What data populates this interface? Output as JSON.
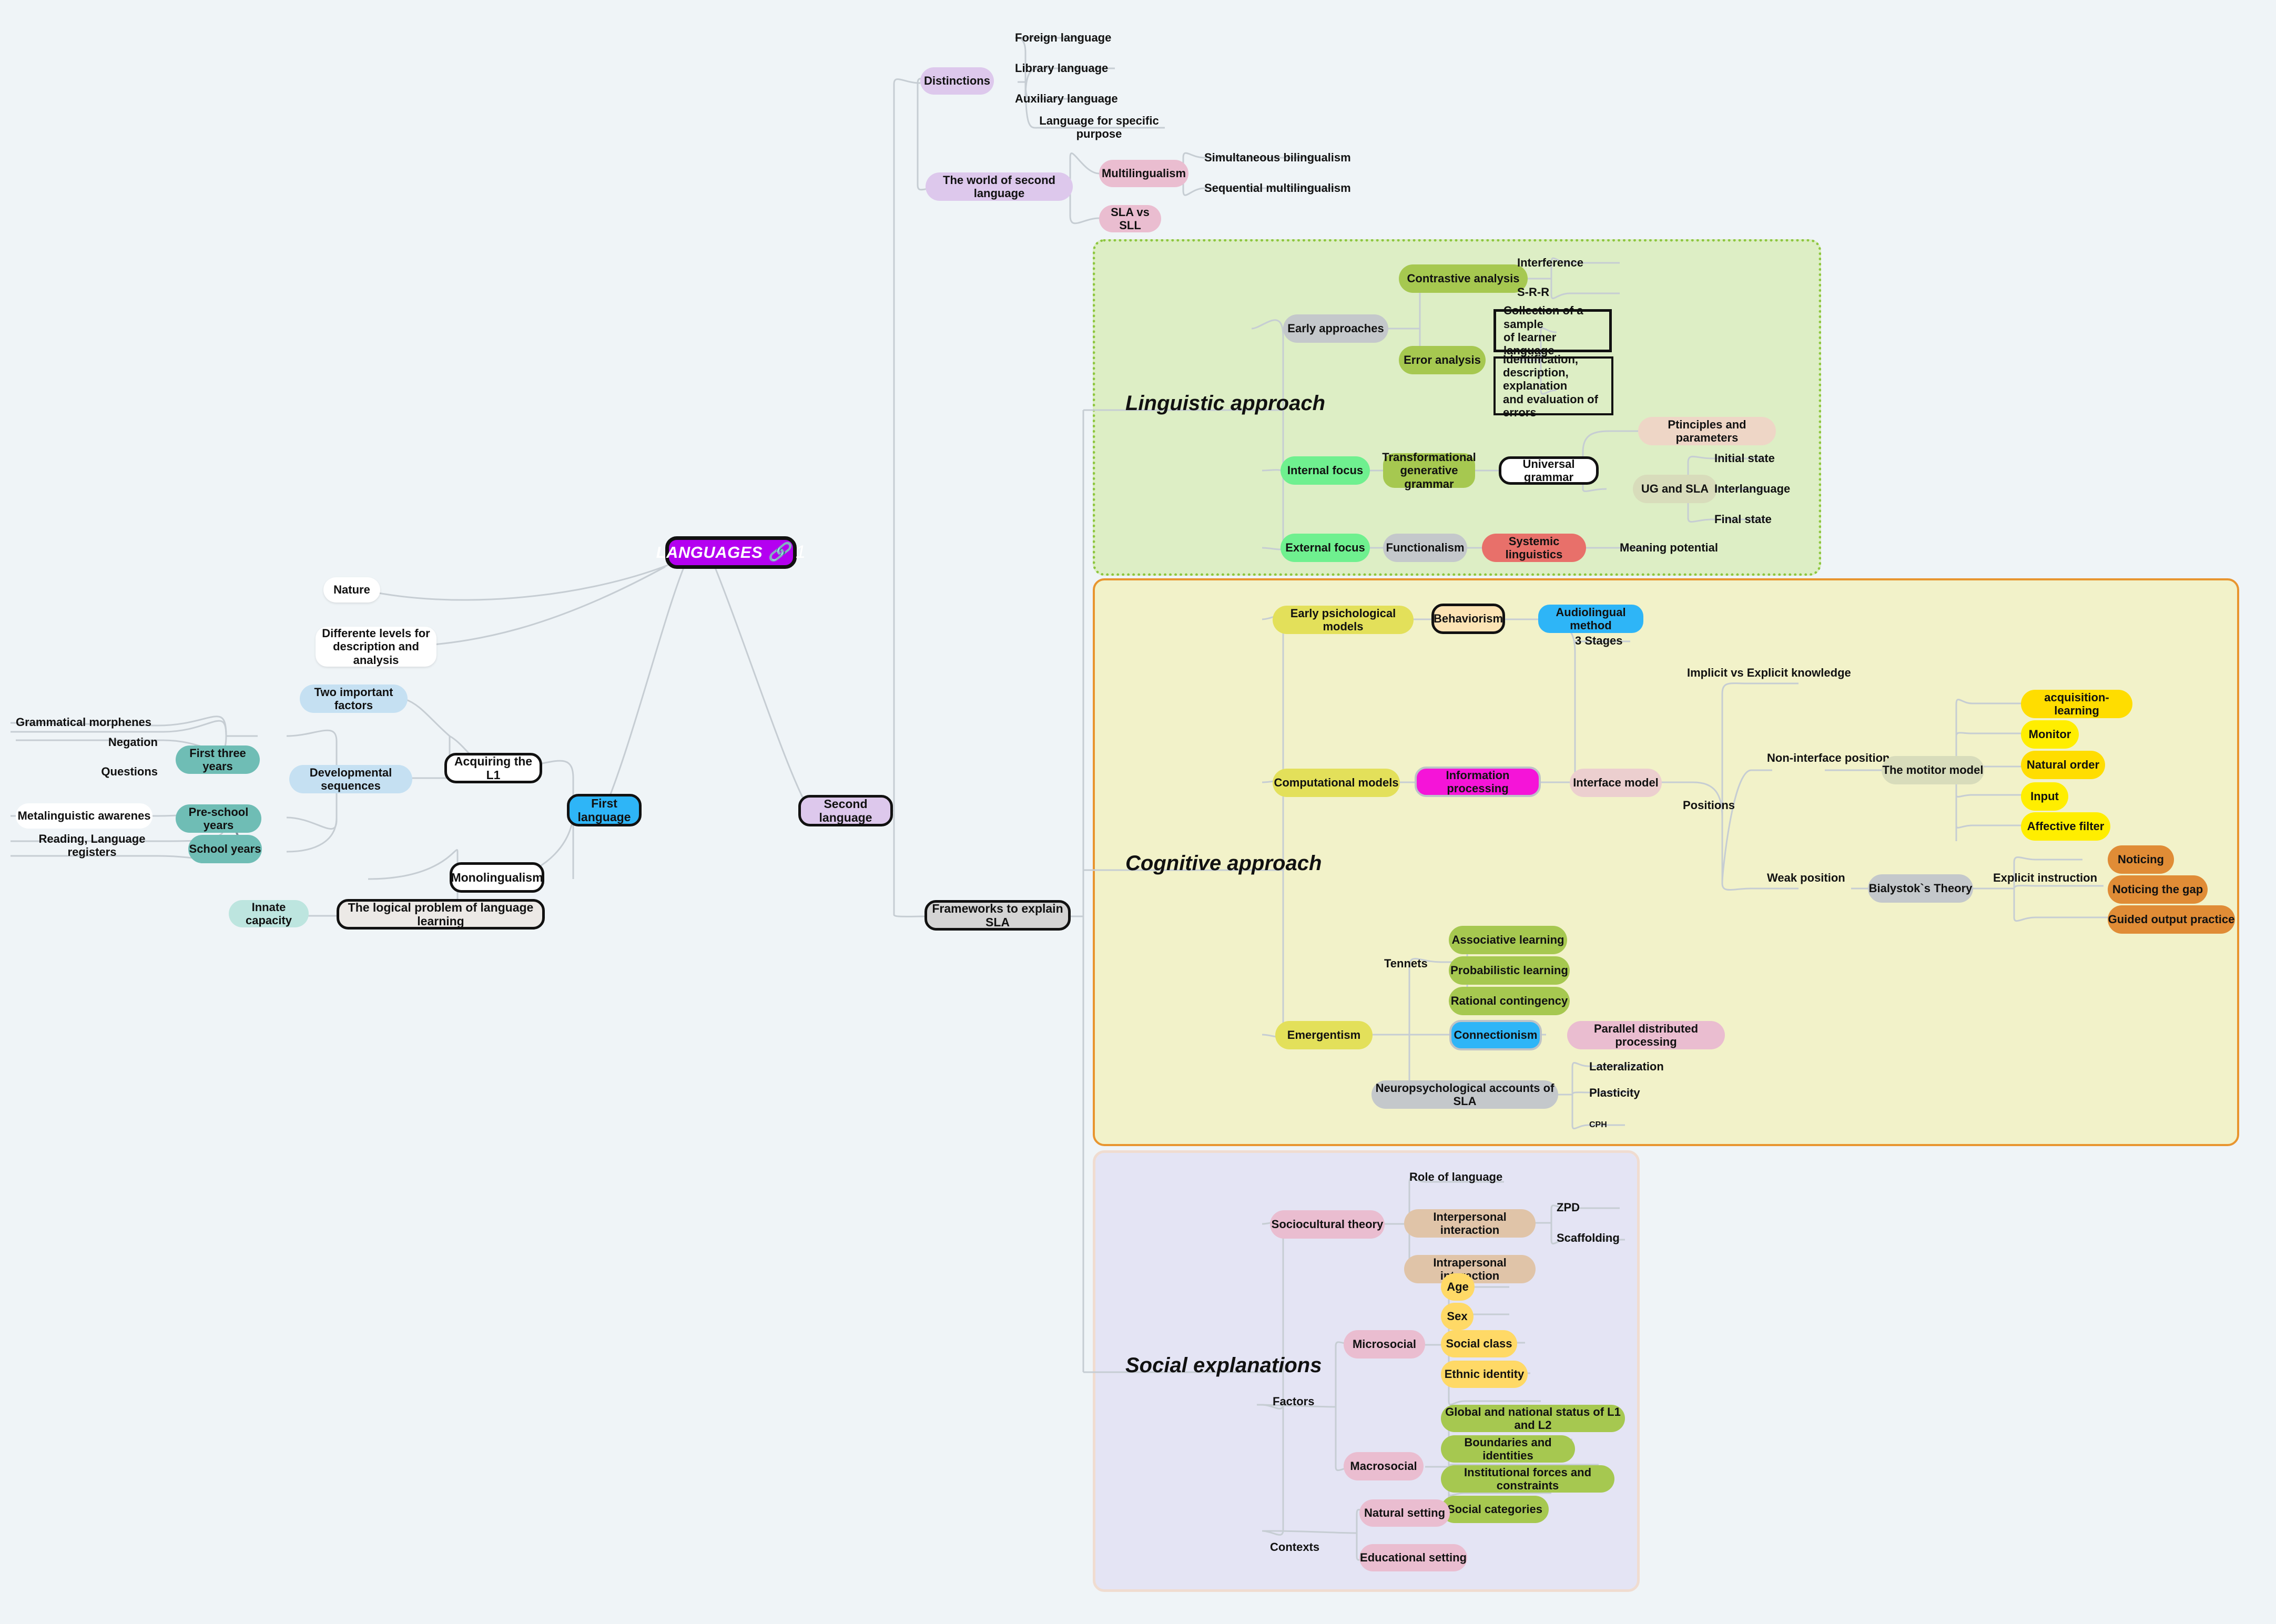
{
  "root": {
    "label": "LANGUAGES",
    "attachment_badge": "1",
    "bg": "#b400f0",
    "border": "#111111",
    "text_color": "#ffffff"
  },
  "branches": {
    "first_language": {
      "label": "First language",
      "bg": "#2eb5f7"
    },
    "second_language": {
      "label": "Second language",
      "bg": "#ddc8ec"
    },
    "frameworks": {
      "label": "Frameworks to explain SLA",
      "bg": "#d4d4d4"
    }
  },
  "first_language_side": {
    "nature": "Nature",
    "levels": "Differente levels for\ndescription and analysis",
    "acquiring_l1": "Acquiring the L1",
    "monolingualism": "Monolingualism",
    "logical_problem": "The logical problem of language learning",
    "innate_capacity": "Innate capacity",
    "two_important_factors": "Two important factors",
    "developmental_sequences": "Developmental sequences",
    "stages": [
      {
        "label": "First three years",
        "bg": "#6fbdb5"
      },
      {
        "label": "Pre-school years",
        "bg": "#6fbdb5"
      },
      {
        "label": "School years",
        "bg": "#6fbdb5"
      }
    ],
    "stage_details": [
      "Grammatical morphenes",
      "Negation",
      "Questions",
      "Metalinguistic awarenes",
      "Reading, Language registers"
    ]
  },
  "second_language_side": {
    "distinctions": {
      "label": "Distinctions",
      "bg": "#ddc8ec"
    },
    "distinction_items": [
      "Foreign language",
      "Library language",
      "Auxiliary language",
      "Language for specific purpose"
    ],
    "world_of_second_language": {
      "label": "The world of second language",
      "bg": "#ddc8ec"
    },
    "multilingualism": {
      "label": "Multilingualism",
      "bg": "#eabdd0"
    },
    "multilingualism_items": [
      "Simultaneous bilingualism",
      "Sequential multilingualism"
    ],
    "sla_vs_sll": {
      "label": "SLA vs SLL",
      "bg": "#eabdd0"
    }
  },
  "panels": {
    "linguistic": {
      "title": "Linguistic approach",
      "bg": "#ddeec5",
      "border": "#8dc63f",
      "border_style": "dotted",
      "nodes": {
        "early_approaches": {
          "label": "Early approaches",
          "bg": "#c4c8cb"
        },
        "contrastive_analysis": {
          "label": "Contrastive analysis",
          "bg": "#a6c850"
        },
        "contrastive_children": [
          "Interference",
          "S-R-R"
        ],
        "error_analysis": {
          "label": "Error analysis",
          "bg": "#a6c850"
        },
        "error_children": [
          "Collection of a sample\nof learner language",
          "Identification,\ndescription, explanation\nand evaluation of errors"
        ],
        "internal_focus": {
          "label": "Internal focus",
          "bg": "#6ff08f"
        },
        "tgg": {
          "label": "Transformational\ngenerative grammar",
          "bg": "#a6c850"
        },
        "universal_grammar": {
          "label": "Universal grammar",
          "bg": "#ffffff"
        },
        "principles_parameters": {
          "label": "Ptinciples and parameters",
          "bg": "#eed6c6"
        },
        "ug_and_sla": {
          "label": "UG and SLA",
          "bg": "#d8dcbb"
        },
        "ug_children": [
          "Initial state",
          "Interlanguage",
          "Final state"
        ],
        "external_focus": {
          "label": "External focus",
          "bg": "#6ff08f"
        },
        "functionalism": {
          "label": "Functionalism",
          "bg": "#c4c8cb"
        },
        "systemic_linguistics": {
          "label": "Systemic linguistics",
          "bg": "#e8706a"
        },
        "meaning_potential": "Meaning potential"
      }
    },
    "cognitive": {
      "title": "Cognitive approach",
      "bg": "#f2f2c9",
      "border": "#e8952f",
      "border_style": "solid",
      "nodes": {
        "early_psychological_models": {
          "label": "Early psichological models",
          "bg": "#e3e05a"
        },
        "behaviorism": {
          "label": "Behaviorism",
          "bg": "#fce3b4"
        },
        "audiolingual_method": {
          "label": "Audiolingual method",
          "bg": "#2eb5f7"
        },
        "three_stages": "3 Stages",
        "computational_models": {
          "label": "Computational models",
          "bg": "#e3e05a"
        },
        "information_processing": {
          "label": "Information processing",
          "bg": "#f514d8"
        },
        "interface_model": {
          "label": "Interface model",
          "bg": "#eccfcf"
        },
        "implicit_explicit": "Implicit vs Explicit knowledge",
        "positions": "Positions",
        "non_interface_position": "Non-interface position",
        "monitor_model": {
          "label": "The motitor model",
          "bg": "#d8dcbb"
        },
        "monitor_children": [
          {
            "label": "acquisition- learning",
            "bg": "#ffdd00"
          },
          {
            "label": "Monitor",
            "bg": "#ffee00"
          },
          {
            "label": "Natural order",
            "bg": "#ffdd00"
          },
          {
            "label": "Input",
            "bg": "#ffee00"
          },
          {
            "label": "Affective filter",
            "bg": "#ffee00"
          }
        ],
        "weak_position": "Weak position",
        "bialystok": {
          "label": "Bialystok`s Theory",
          "bg": "#c4c8cb"
        },
        "explicit_instruction": "Explicit instruction",
        "explicit_children": [
          {
            "label": "Noticing",
            "bg": "#e08c36"
          },
          {
            "label": "Noticing the gap",
            "bg": "#e08c36"
          },
          {
            "label": "Guided output practice",
            "bg": "#e08c36"
          }
        ],
        "emergentism": {
          "label": "Emergentism",
          "bg": "#e3e05a"
        },
        "tennets": "Tennets",
        "tennets_children": [
          {
            "label": "Associative learning",
            "bg": "#a6c850"
          },
          {
            "label": "Probabilistic learning",
            "bg": "#a6c850"
          },
          {
            "label": "Rational contingency",
            "bg": "#a6c850"
          }
        ],
        "connectionism": {
          "label": "Connectionism",
          "bg": "#2eb5f7"
        },
        "parallel_distributed": {
          "label": "Parallel distributed processing",
          "bg": "#eabdd0"
        },
        "neuropsych": {
          "label": "Neuropsychological accounts of SLA",
          "bg": "#c4c8cb"
        },
        "neuropsych_children": [
          "Lateralization",
          "Plasticity",
          "CPH"
        ]
      }
    },
    "social": {
      "title": "Social explanations",
      "bg": "#e4e4f4",
      "border": "#f0dcd0",
      "border_style": "solid",
      "nodes": {
        "sociocultural_theory": {
          "label": "Sociocultural theory",
          "bg": "#eabdd0"
        },
        "role_of_language": "Role of language",
        "interpersonal": {
          "label": "Interpersonal interaction",
          "bg": "#e0c4a8"
        },
        "interpersonal_children": [
          "ZPD",
          "Scaffolding"
        ],
        "intrapersonal": {
          "label": "Intrapersonal interaction",
          "bg": "#e0c4a8"
        },
        "factors": "Factors",
        "microsocial": {
          "label": "Microsocial",
          "bg": "#eabdd0"
        },
        "microsocial_children": [
          {
            "label": "Age",
            "bg": "#ffd966"
          },
          {
            "label": "Sex",
            "bg": "#ffd966"
          },
          {
            "label": "Social class",
            "bg": "#ffd966"
          },
          {
            "label": "Ethnic identity",
            "bg": "#ffd966"
          }
        ],
        "macrosocial": {
          "label": "Macrosocial",
          "bg": "#eabdd0"
        },
        "macrosocial_children": [
          {
            "label": "Global and national status of L1 and L2",
            "bg": "#a6c850"
          },
          {
            "label": "Boundaries and identities",
            "bg": "#a6c850"
          },
          {
            "label": "Institutional forces and constraints",
            "bg": "#a6c850"
          },
          {
            "label": "Social categories",
            "bg": "#a6c850"
          }
        ],
        "contexts": "Contexts",
        "contexts_children": [
          {
            "label": "Natural setting",
            "bg": "#eabdd0"
          },
          {
            "label": "Educational setting",
            "bg": "#eabdd0"
          }
        ]
      }
    }
  }
}
